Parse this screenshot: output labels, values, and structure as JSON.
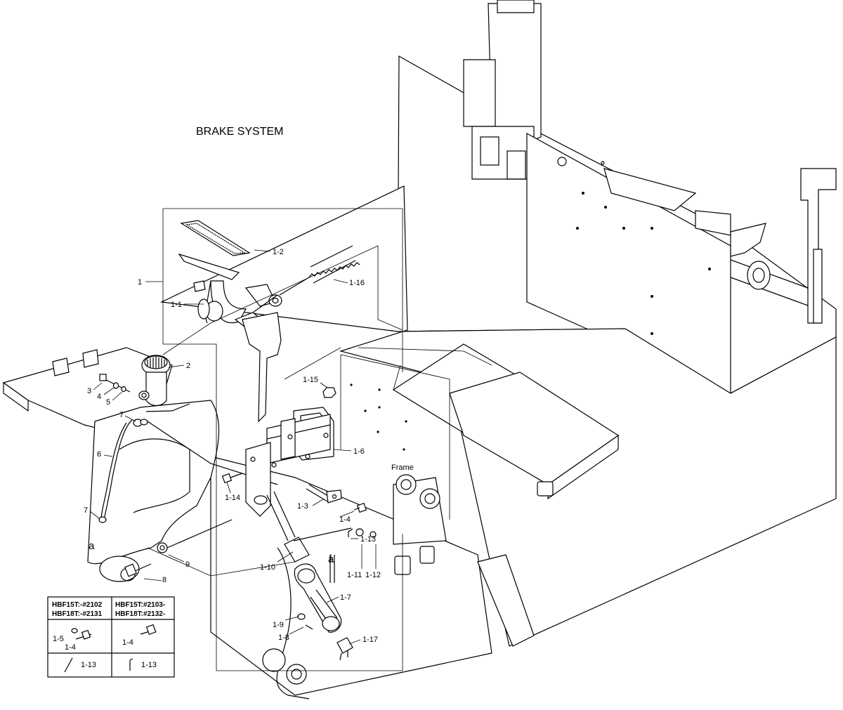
{
  "title": "BRAKE SYSTEM",
  "frame_label": "Frame",
  "callouts": {
    "c1": "1",
    "c1_1": "1-1",
    "c1_2": "1-2",
    "c1_16": "1-16",
    "c2": "2",
    "c3": "3",
    "c4": "4",
    "c5": "5",
    "c6": "6",
    "c7a": "7",
    "c7b": "7",
    "a1": "a",
    "a2": "a",
    "c8": "8",
    "c9": "9",
    "c1_15": "1-15",
    "c1_6": "1-6",
    "c1_14": "1-14",
    "c1_3": "1-3",
    "c1_4": "1-4",
    "c1_13": "1-13",
    "c1_10": "1-10",
    "c1_11": "1-11",
    "c1_12": "1-12",
    "c1_7": "1-7",
    "c1_9": "1-9",
    "c1_8": "1-8",
    "c1_17": "1-17"
  },
  "table": {
    "col1_h1": "HBF15T:-#2102",
    "col1_h2": "HBF18T:-#2131",
    "col2_h1": "HBF15T:#2103-",
    "col2_h2": "HBF18T:#2132-",
    "r1c1_a": "1-5",
    "r1c1_b": "1-4",
    "r1c2": "1-4",
    "r2c1": "1-13",
    "r2c2": "1-13"
  }
}
